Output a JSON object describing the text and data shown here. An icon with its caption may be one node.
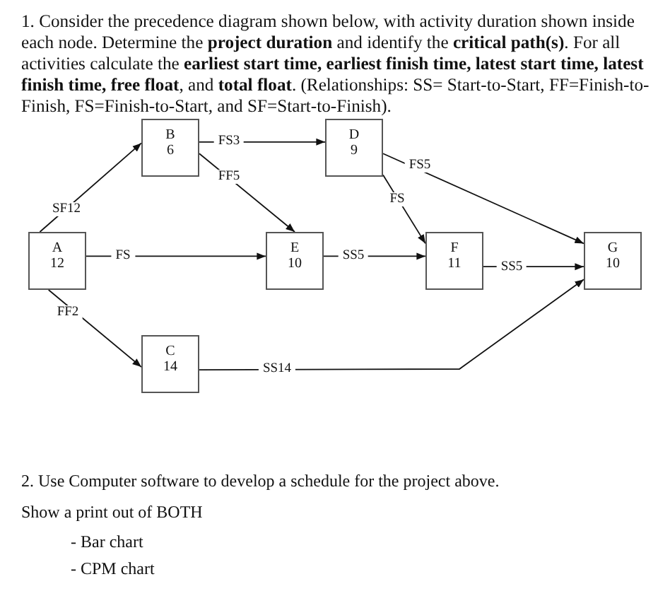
{
  "diagram": {
    "nodes": [
      {
        "text": [
          "A",
          "12"
        ]
      },
      {
        "text": [
          "B",
          "6"
        ]
      },
      {
        "text": [
          "D",
          "9"
        ]
      },
      {
        "text": [
          "E",
          "10"
        ]
      },
      {
        "text": [
          "F",
          "11"
        ]
      },
      {
        "text": [
          "C",
          "14"
        ]
      },
      {
        "text": [
          "G",
          "10"
        ]
      }
    ],
    "edges": [
      {
        "from": 0,
        "to": 1,
        "arrow": "to",
        "label": "SF12"
      },
      {
        "from": 0,
        "to": 3,
        "arrow": "to",
        "label": "FS"
      },
      {
        "from": 0,
        "to": 5,
        "arrow": "to",
        "label": "FF2"
      },
      {
        "from": 1,
        "to": 2,
        "arrow": "to",
        "label": "FS3"
      },
      {
        "from": 1,
        "to": 3,
        "arrow": "to",
        "label": "FF5"
      },
      {
        "from": 3,
        "to": 4,
        "arrow": "to",
        "label": "SS5"
      },
      {
        "from": 2,
        "to": 4,
        "arrow": "to",
        "label": "FS"
      },
      {
        "from": 2,
        "to": 6,
        "arrow": "to",
        "label": "FS5"
      },
      {
        "from": 4,
        "to": 6,
        "arrow": "to",
        "label": "SS5"
      },
      {
        "from": 5,
        "to": 6,
        "arrow": "to",
        "label": "SS14"
      }
    ],
    "labels": [
      "1. Consider the precedence diagram shown below, with activity duration shown inside each node. Determine the **project duration** and identify the **critical path(s)**. For all activities calculate the **earliest start time, earliest finish time, latest start time, latest finish time, free float**, and **total float**. (Relationships: SS= Start-to-Start, FF=Finish-to-Finish, FS=Finish-to-Start, and SF=Start-to-Finish).",
      "2. Use Computer software to develop a schedule for the project above.",
      "Show a print out of BOTH",
      "- Bar chart",
      "- CPM chart"
    ]
  }
}
